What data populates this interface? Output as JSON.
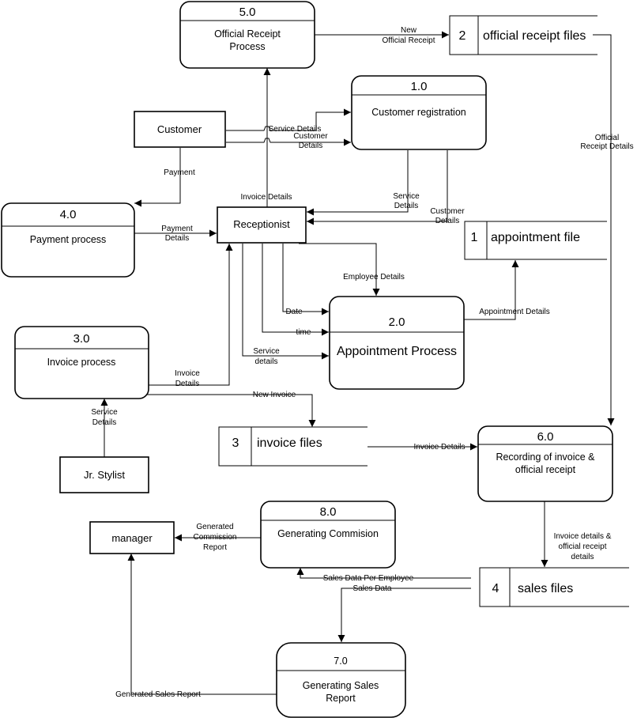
{
  "processes": {
    "p5": {
      "number": "5.0",
      "line1": "Official Receipt",
      "line2": "Process"
    },
    "p1": {
      "number": "1.0",
      "line1": "Customer registration"
    },
    "p4": {
      "number": "4.0",
      "line1": "Payment process"
    },
    "p3": {
      "number": "3.0",
      "line1": "Invoice process"
    },
    "p2": {
      "number": "2.0",
      "line1": "Appointment Process"
    },
    "p6": {
      "number": "6.0",
      "line1": "Recording of invoice &",
      "line2": "official receipt"
    },
    "p8": {
      "number": "8.0",
      "line1": "Generating Commision"
    },
    "p7": {
      "number": "7.0",
      "line1": "Generating Sales",
      "line2": "Report"
    }
  },
  "entities": {
    "customer": "Customer",
    "receptionist": "Receptionist",
    "jr_stylist": "Jr. Stylist",
    "manager": "manager"
  },
  "stores": {
    "s2": {
      "id": "2",
      "name": "official receipt files"
    },
    "s1": {
      "id": "1",
      "name": "appointment file"
    },
    "s3": {
      "id": "3",
      "name": "invoice files"
    },
    "s4": {
      "id": "4",
      "name": "sales files"
    }
  },
  "flows": {
    "new_or_1": "New",
    "new_or_2": "Official Receipt",
    "cust_service_details": "Service Details",
    "cust_details_1": "Customer",
    "cust_details_2": "Details",
    "payment": "Payment",
    "invoice_details_rec": "Invoice Details",
    "service_details_1": "Service",
    "service_details_2": "Details",
    "customer_details_1": "Customer",
    "customer_details_2": "Details",
    "payment_details_1": "Payment",
    "payment_details_2": "Details",
    "employee_details": "Employee Details",
    "date": "Date",
    "time": "time",
    "service_det_1": "Service",
    "service_det_2": "details",
    "appointment_details": "Appointment Details",
    "inv_details_1": "Invoice",
    "inv_details_2": "Details",
    "new_invoice": "New Invoice",
    "jr_service_1": "Service",
    "jr_service_2": "Details",
    "invoice_details_store": "Invoice Details",
    "official_receipt_details_1": "Official",
    "official_receipt_details_2": "Receipt Details",
    "inv_or_details_1": "Invoice details &",
    "inv_or_details_2": "official receipt",
    "inv_or_details_3": "details",
    "gen_comm_1": "Generated",
    "gen_comm_2": "Commission",
    "gen_comm_3": "Report",
    "sales_per_employee": "Sales Data Per Employee",
    "sales_data": "Sales Data",
    "gen_sales_report": "Generated Sales Report"
  }
}
